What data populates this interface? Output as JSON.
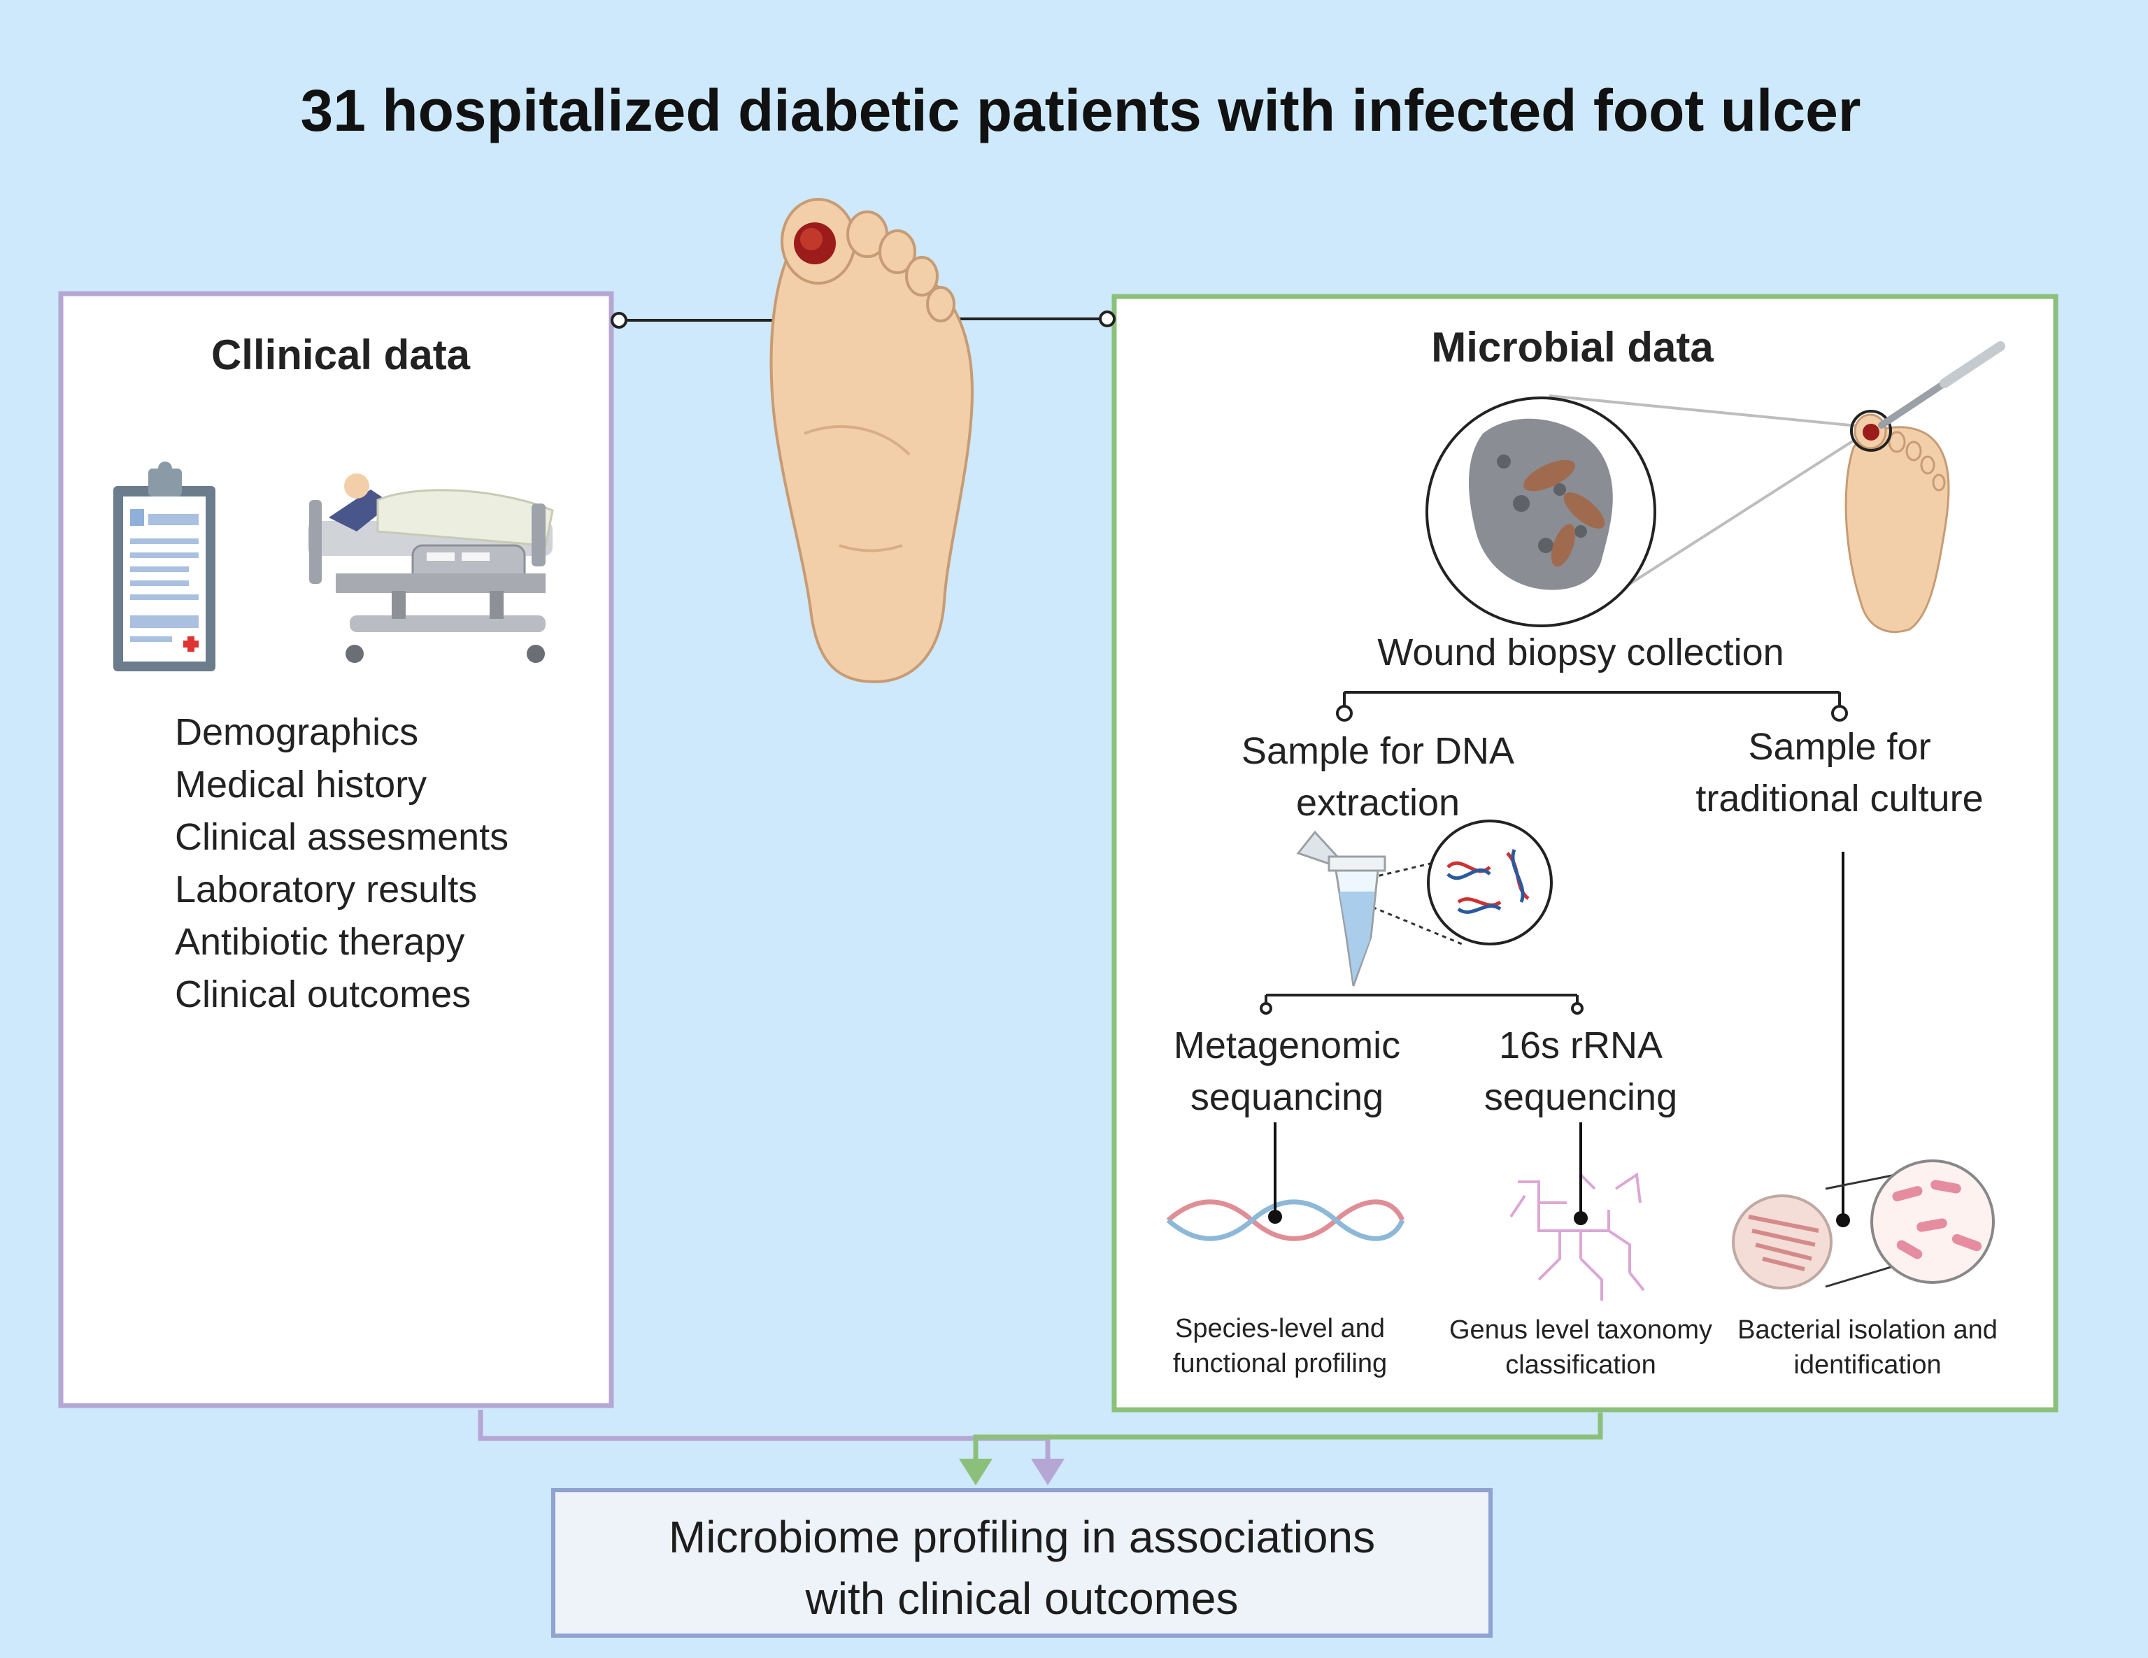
{
  "title": "31 hospitalized diabetic patients with infected foot ulcer",
  "clinical": {
    "title": "Cllinical data",
    "items": [
      "Demographics",
      "Medical history",
      "Clinical assesments",
      "Laboratory results",
      "Antibiotic therapy",
      "Clinical  outcomes"
    ]
  },
  "microbial": {
    "title": "Microbial data",
    "biopsy": "Wound biopsy collection",
    "dna_sample": [
      "Sample for DNA",
      "extraction"
    ],
    "culture_sample": [
      "Sample for",
      "traditional culture"
    ],
    "metagenomic": [
      "Metagenomic",
      "sequancing"
    ],
    "rrna": [
      "16s rRNA",
      "sequencing"
    ],
    "species_profiling": [
      "Species-level and",
      "functional profiling"
    ],
    "genus_taxonomy": [
      "Genus level taxonomy",
      "classification"
    ],
    "bacterial_isolation": [
      "Bacterial isolation and",
      "identification"
    ]
  },
  "outcome": [
    "Microbiome profiling in associations",
    "with clinical outcomes"
  ],
  "colors": {
    "background": "#cde9fb",
    "clinical_border": "#b5a6d3",
    "microbial_border": "#8cc07a",
    "outcome_border": "#8fa2d0"
  }
}
